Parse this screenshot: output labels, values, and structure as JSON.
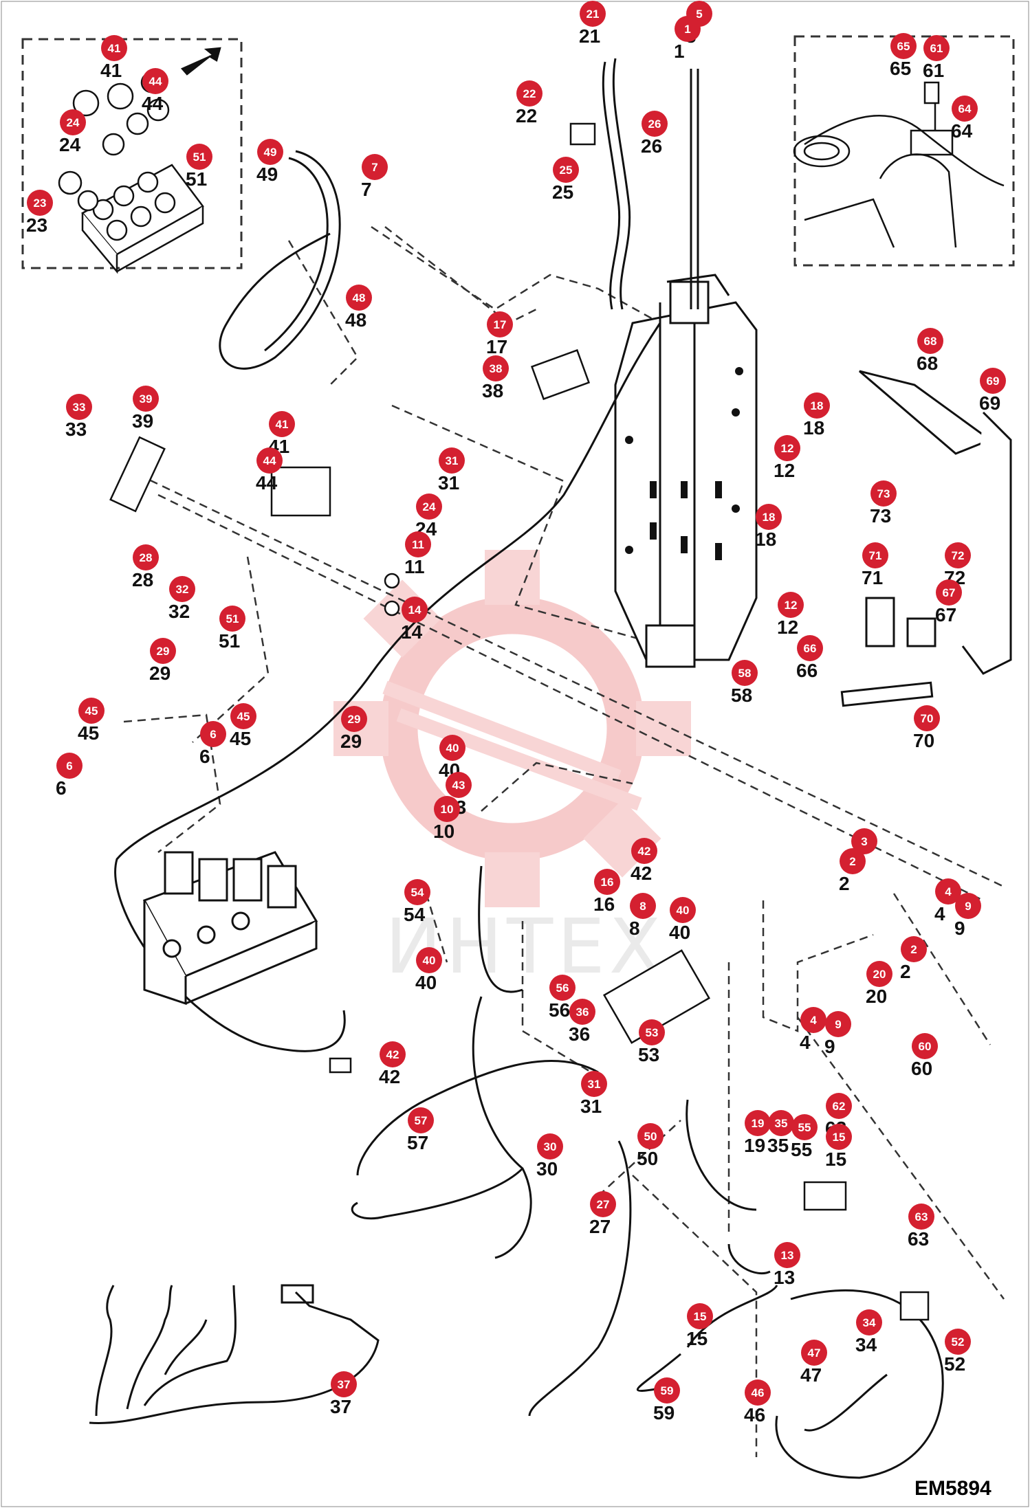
{
  "diagram_code": "EM5894",
  "watermark_text": "ИНТЕХ",
  "badge_color": "#d42030",
  "callouts": [
    {
      "n": "21"
    },
    {
      "n": "5"
    },
    {
      "n": "1"
    },
    {
      "n": "22"
    },
    {
      "n": "26"
    },
    {
      "n": "25"
    },
    {
      "n": "7"
    },
    {
      "n": "49"
    },
    {
      "n": "48"
    },
    {
      "n": "17"
    },
    {
      "n": "38"
    },
    {
      "n": "41"
    },
    {
      "n": "44"
    },
    {
      "n": "24"
    },
    {
      "n": "51"
    },
    {
      "n": "23"
    },
    {
      "n": "65"
    },
    {
      "n": "61"
    },
    {
      "n": "64"
    },
    {
      "n": "33"
    },
    {
      "n": "39"
    },
    {
      "n": "41"
    },
    {
      "n": "44"
    },
    {
      "n": "31"
    },
    {
      "n": "24"
    },
    {
      "n": "11"
    },
    {
      "n": "28"
    },
    {
      "n": "32"
    },
    {
      "n": "51"
    },
    {
      "n": "14"
    },
    {
      "n": "68"
    },
    {
      "n": "69"
    },
    {
      "n": "18"
    },
    {
      "n": "12"
    },
    {
      "n": "18"
    },
    {
      "n": "12"
    },
    {
      "n": "73"
    },
    {
      "n": "71"
    },
    {
      "n": "72"
    },
    {
      "n": "67"
    },
    {
      "n": "66"
    },
    {
      "n": "58"
    },
    {
      "n": "70"
    },
    {
      "n": "29"
    },
    {
      "n": "29"
    },
    {
      "n": "45"
    },
    {
      "n": "45"
    },
    {
      "n": "6"
    },
    {
      "n": "6"
    },
    {
      "n": "40"
    },
    {
      "n": "43"
    },
    {
      "n": "10"
    },
    {
      "n": "42"
    },
    {
      "n": "16"
    },
    {
      "n": "54"
    },
    {
      "n": "8"
    },
    {
      "n": "40"
    },
    {
      "n": "40"
    },
    {
      "n": "56"
    },
    {
      "n": "36"
    },
    {
      "n": "53"
    },
    {
      "n": "3"
    },
    {
      "n": "2"
    },
    {
      "n": "4"
    },
    {
      "n": "9"
    },
    {
      "n": "2"
    },
    {
      "n": "20"
    },
    {
      "n": "4"
    },
    {
      "n": "9"
    },
    {
      "n": "60"
    },
    {
      "n": "42"
    },
    {
      "n": "31"
    },
    {
      "n": "57"
    },
    {
      "n": "30"
    },
    {
      "n": "50"
    },
    {
      "n": "62"
    },
    {
      "n": "19"
    },
    {
      "n": "35"
    },
    {
      "n": "55"
    },
    {
      "n": "15"
    },
    {
      "n": "27"
    },
    {
      "n": "63"
    },
    {
      "n": "13"
    },
    {
      "n": "15"
    },
    {
      "n": "34"
    },
    {
      "n": "52"
    },
    {
      "n": "47"
    },
    {
      "n": "46"
    },
    {
      "n": "37"
    },
    {
      "n": "59"
    }
  ]
}
